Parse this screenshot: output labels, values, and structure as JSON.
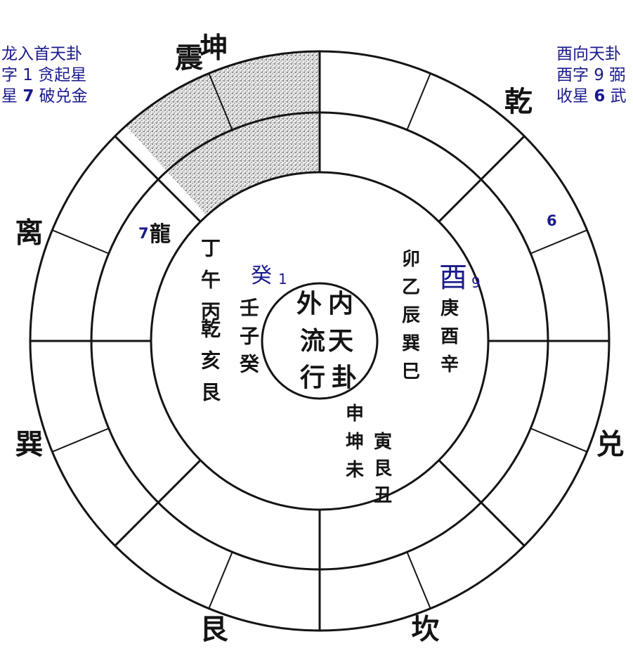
{
  "captions": {
    "left": {
      "line1": "龙入首天卦",
      "line2_pre": "字 1 贪起星",
      "line3_pre": "星 ",
      "line3_num": "7",
      "line3_post": " 破兑金"
    },
    "right": {
      "line1": "酉向天卦",
      "line2_pre": "酉字 9 弼",
      "line3_pre": "收星 ",
      "line3_num": "6",
      "line3_post": " 武"
    }
  },
  "overlay_labels": {
    "gui": "癸",
    "gui_num": "1",
    "you": "酉",
    "you_num": "9",
    "seven": "7",
    "six": "6"
  },
  "center": {
    "chars": [
      "内",
      "天",
      "外",
      "卦",
      "流",
      "行"
    ]
  },
  "outer_directions": [
    "坤",
    "乾",
    "兑",
    "坎",
    "艮",
    "巽",
    "离",
    "震"
  ],
  "ring_texts": {
    "inner_left": [
      "丁",
      "午",
      "丙"
    ],
    "inner_left2": [
      "壬",
      "子",
      "癸"
    ],
    "inner_left3": [
      "乾",
      "亥",
      "艮"
    ],
    "inner_right": [
      "卯",
      "乙",
      "辰",
      "巽",
      "巳"
    ],
    "inner_right2": [
      "庚",
      "酉",
      "辛"
    ],
    "inner_bottom": [
      "申",
      "坤",
      "未"
    ],
    "inner_bottom2": [
      "寅",
      "艮",
      "丑"
    ],
    "dragon": "龍"
  },
  "colors": {
    "ink": "#141414",
    "stipple_bg": "#ececec",
    "stipple_dot": "#333333",
    "label_blue": "#1a1a8c"
  }
}
